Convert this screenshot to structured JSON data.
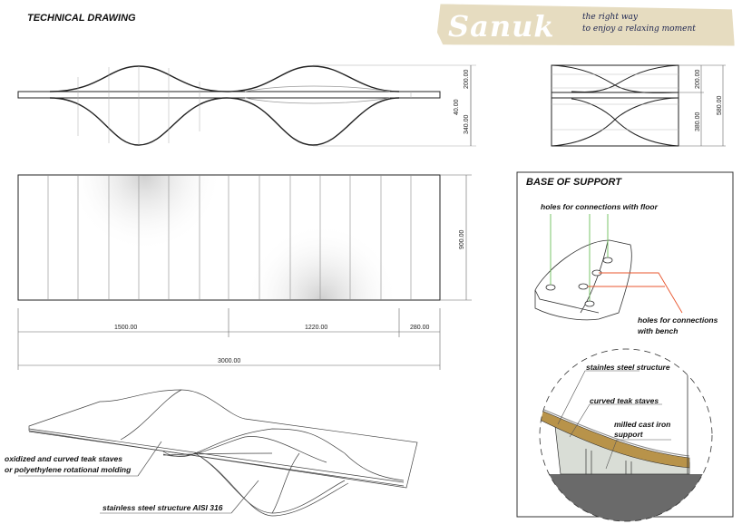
{
  "header": {
    "title": "TECHNICAL DRAWING"
  },
  "logo": {
    "name": "Sanuk",
    "tagline_1": "the right way",
    "tagline_2": "to enjoy a relaxing moment"
  },
  "front_view": {
    "dims": {
      "top": "200.00",
      "plate": "40.00",
      "bottom": "340.00"
    }
  },
  "side_view": {
    "dims": {
      "top": "200.00",
      "bottom": "380.00",
      "total": "580.00"
    }
  },
  "plan_view": {
    "dims": {
      "depth": "900.00",
      "seg1": "1500.00",
      "seg2": "1220.00",
      "seg3": "280.00",
      "total": "3000.00"
    }
  },
  "perspective": {
    "label_staves_1": "oxidized and curved teak staves",
    "label_staves_2": "or polyethylene rotational molding",
    "label_structure": "stainless steel structure AISI 316"
  },
  "base_of_support": {
    "title": "BASE OF SUPPORT",
    "label_floor": "holes for connections with floor",
    "label_bench_1": "holes for connections",
    "label_bench_2": "with bench",
    "label_steel": "stainles steel structure",
    "label_staves": "curved teak staves",
    "label_iron_1": "milled cast iron",
    "label_iron_2": "support"
  },
  "colors": {
    "floor_line": "#6cbf5a",
    "bench_line": "#e8542c",
    "teak": "#b8934a",
    "ground": "#6a6a6a",
    "support": "#d9ddd6"
  }
}
